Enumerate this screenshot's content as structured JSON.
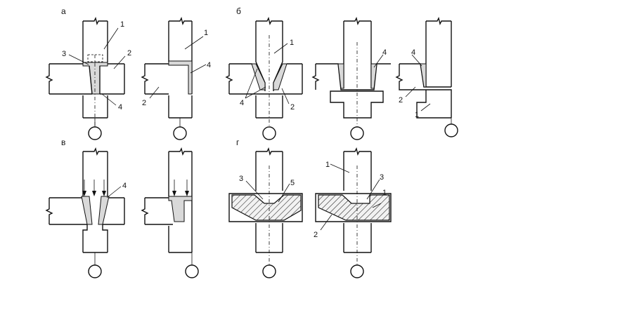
{
  "panels": {
    "a": {
      "letter": "а"
    },
    "b": {
      "letter": "б"
    },
    "v": {
      "letter": "в"
    },
    "g": {
      "letter": "г"
    }
  },
  "callouts": {
    "a1": {
      "n1": "1",
      "n2": "2",
      "n3": "3",
      "n4": "4"
    },
    "a2": {
      "n1": "1",
      "n2": "2",
      "n4": "4"
    },
    "b1": {
      "n1": "1",
      "n2": "2",
      "n4": "4"
    },
    "b2": {
      "n4": "4"
    },
    "b3": {
      "n4": "4",
      "n2": "2",
      "n1": "1"
    },
    "v1": {
      "n4": "4"
    },
    "g1": {
      "n3": "3",
      "n5": "5"
    },
    "g2": {
      "n1a": "1",
      "n3": "3",
      "n1b": "1",
      "n2": "2"
    }
  }
}
